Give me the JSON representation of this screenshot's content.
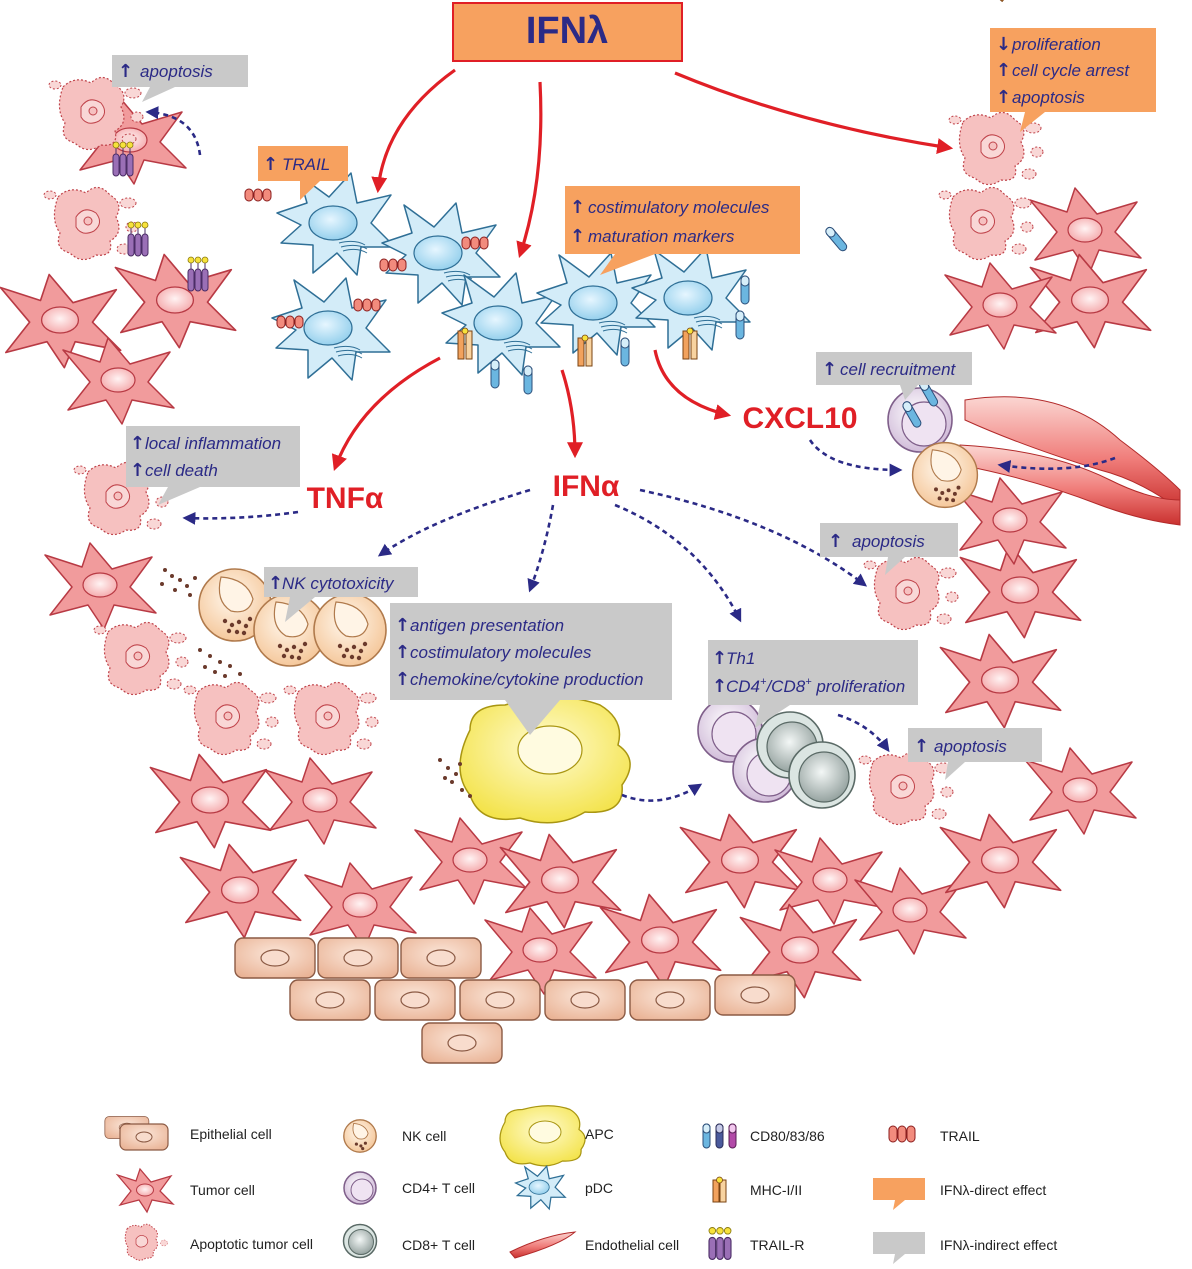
{
  "title": "IFNλ",
  "colors": {
    "direct": "#f7a15f",
    "indirect": "#c9c9c9",
    "red_arrow": "#e01f26",
    "blue_arrow": "#2b2a86",
    "tumor": "#f29a9b",
    "pdc": "#c9e6f5",
    "apc": "#f5e84a",
    "epithelial": "#f0c3a8"
  },
  "center_labels": {
    "tnf": "TNFα",
    "ifna": "IFNα",
    "cxcl10": "CXCL10"
  },
  "boxes": {
    "apoptosis_topleft": [
      "apoptosis"
    ],
    "trail": [
      "TRAIL"
    ],
    "topright": [
      "proliferation",
      "cell cycle arrest",
      "apoptosis"
    ],
    "costim": [
      "costimulatory molecules",
      "maturation markers"
    ],
    "recruit": [
      "cell recruitment"
    ],
    "inflam": [
      "local inflammation",
      "cell death"
    ],
    "apoptosis_right": [
      "apoptosis"
    ],
    "nk": [
      "NK cytotoxicity"
    ],
    "antigen": [
      "antigen presentation",
      "costimulatory molecules",
      "chemokine/cytokine production"
    ],
    "th1": [
      "Th1",
      "CD4",
      "/CD8",
      " proliferation"
    ],
    "apoptosis_lower": [
      "apoptosis"
    ]
  },
  "legend": {
    "epithelial": "Epithelial cell",
    "tumor": "Tumor cell",
    "apoptotic": "Apoptotic tumor cell",
    "nk": "NK cell",
    "cd4": "CD4+ T cell",
    "cd8": "CD8+ T cell",
    "apc": "APC",
    "pdc": "pDC",
    "endothelial": "Endothelial cell",
    "cd80": "CD80/83/86",
    "mhc": "MHC-I/II",
    "trailr": "TRAIL-R",
    "trail": "TRAIL",
    "direct": "IFNλ-direct effect",
    "indirect": "IFNλ-indirect effect"
  }
}
